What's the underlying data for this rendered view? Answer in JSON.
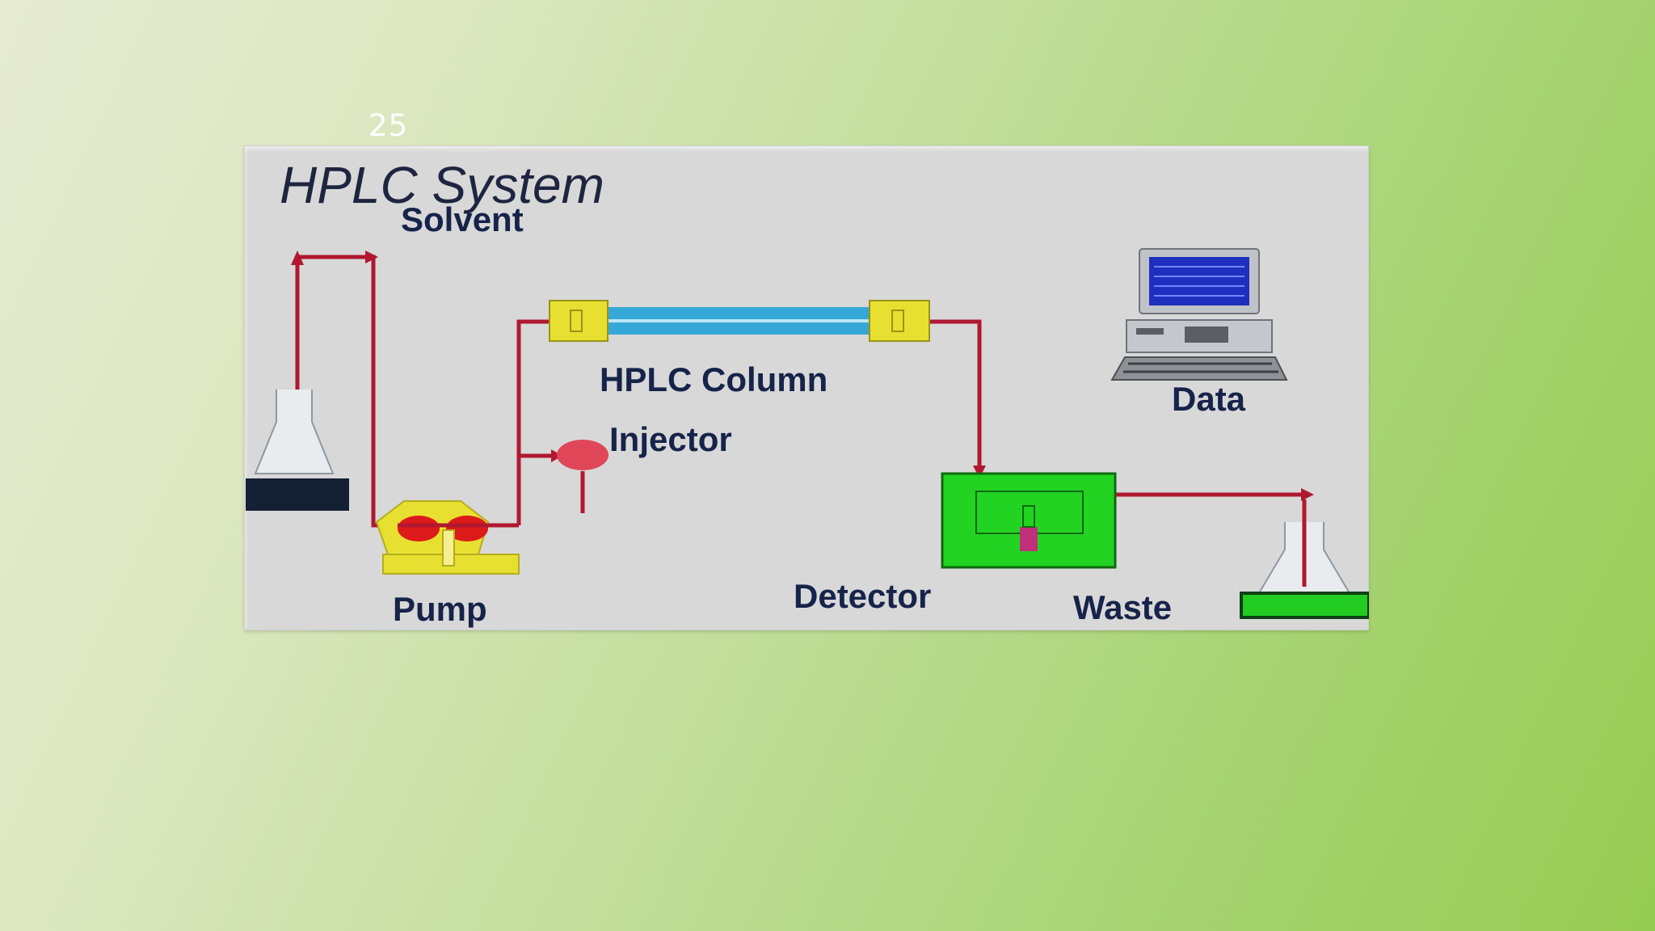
{
  "slide": {
    "number": "25"
  },
  "diagram": {
    "title": "HPLC System",
    "labels": {
      "solvent": "Solvent",
      "column": "HPLC Column",
      "injector": "Injector",
      "data": "Data",
      "pump": "Pump",
      "detector": "Detector",
      "waste": "Waste"
    },
    "colors": {
      "tubing": "#b01830",
      "column_tube": "#35a8d8",
      "fittings": "#e8e030",
      "pump_body": "#e8e030",
      "pump_heads": "#dd1a1a",
      "detector": "#22d322",
      "detector_cell": "#c0307a",
      "reservoir_base": "#142033",
      "waste_base": "#22cc22",
      "monitor_screen": "#1e2fbf",
      "injector_valve": "#e04658"
    }
  }
}
